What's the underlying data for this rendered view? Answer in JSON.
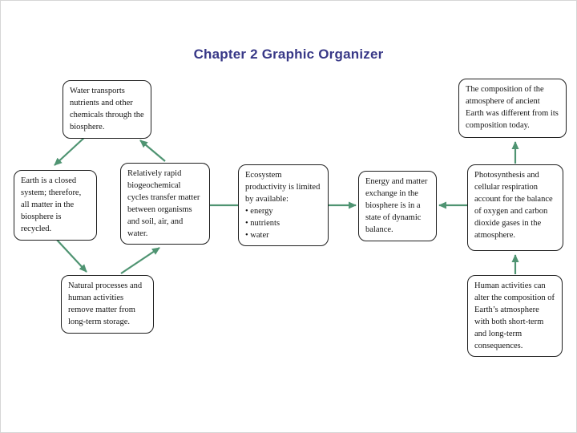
{
  "title": "Chapter 2 Graphic Organizer",
  "colors": {
    "title-color": "#383887",
    "arrow-color": "#4f9472",
    "box-border": "#1f1f1f",
    "text-color": "#141414"
  },
  "boxes": {
    "water": {
      "text": "Water transports nutrients and other chemicals through the biosphere."
    },
    "earth": {
      "text": "Earth is a closed system; therefore, all matter in the biosphere is recycled."
    },
    "cycles": {
      "text": "Relatively rapid biogeochemical cycles transfer matter between organisms and soil, air, and water."
    },
    "ecosystem": {
      "text": "Ecosystem productivity is limited by available:\n• energy\n• nutrients\n• water"
    },
    "energy": {
      "text": "Energy and matter exchange in the biosphere is in a state of dynamic balance."
    },
    "photo": {
      "text": "Photosynthesis and cellular respiration account for the balance of oxygen and carbon dioxide gases in the atmosphere."
    },
    "composition": {
      "text": "The composition of the atmosphere of ancient Earth was different from its composition today."
    },
    "natural": {
      "text": "Natural processes and human activities remove matter from long-term storage."
    },
    "human": {
      "text": "Human activities can alter the composition of Earth’s atmosphere with both short-term and long-term consequences."
    }
  },
  "connections": [
    {
      "from": "water",
      "to": "earth",
      "arrow": true
    },
    {
      "from": "cycles",
      "to": "water",
      "arrow": true
    },
    {
      "from": "earth",
      "to": "natural",
      "arrow": true
    },
    {
      "from": "natural",
      "to": "cycles",
      "arrow": true
    },
    {
      "from": "cycles",
      "to": "ecosystem",
      "arrow": false
    },
    {
      "from": "ecosystem",
      "to": "energy",
      "arrow": true
    },
    {
      "from": "photo",
      "to": "energy",
      "arrow": true
    },
    {
      "from": "photo",
      "to": "composition",
      "arrow": true
    },
    {
      "from": "human",
      "to": "photo",
      "arrow": true
    }
  ]
}
